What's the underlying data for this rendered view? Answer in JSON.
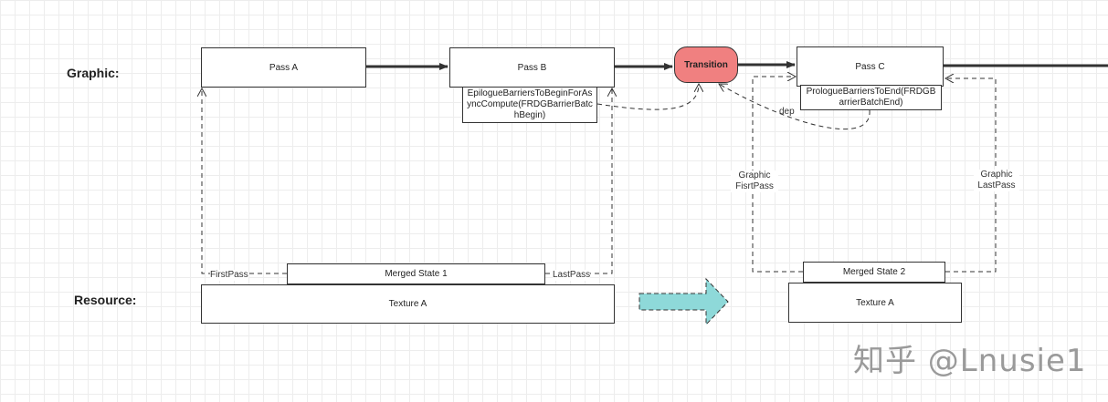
{
  "lanes": {
    "graphic": "Graphic:",
    "resource": "Resource:"
  },
  "nodes": {
    "pass_a": "Pass A",
    "pass_b": "Pass B",
    "pass_c": "Pass C",
    "transition": "Transition",
    "epilogue": "EpilogueBarriersToBeginForAsyncCompute(FRDGBarrierBatchBegin)",
    "prologue": "PrologueBarriersToEnd(FRDGBarrierBatchEnd)",
    "merged_state_1": "Merged State 1",
    "merged_state_2": "Merged State 2",
    "texture_a_left": "Texture A",
    "texture_a_right": "Texture A"
  },
  "edge_labels": {
    "first_pass": "FirstPass",
    "last_pass": "LastPass",
    "dep": "dep",
    "graphic_first_pass_line1": "Graphic",
    "graphic_first_pass_line2": "FisrtPass",
    "graphic_last_pass_line1": "Graphic",
    "graphic_last_pass_line2": "LastPass"
  },
  "watermark": "知乎 @Lnusie1",
  "colors": {
    "transition_fill": "#f08080",
    "big_arrow_fill": "#8ed9d9",
    "line": "#333333"
  }
}
